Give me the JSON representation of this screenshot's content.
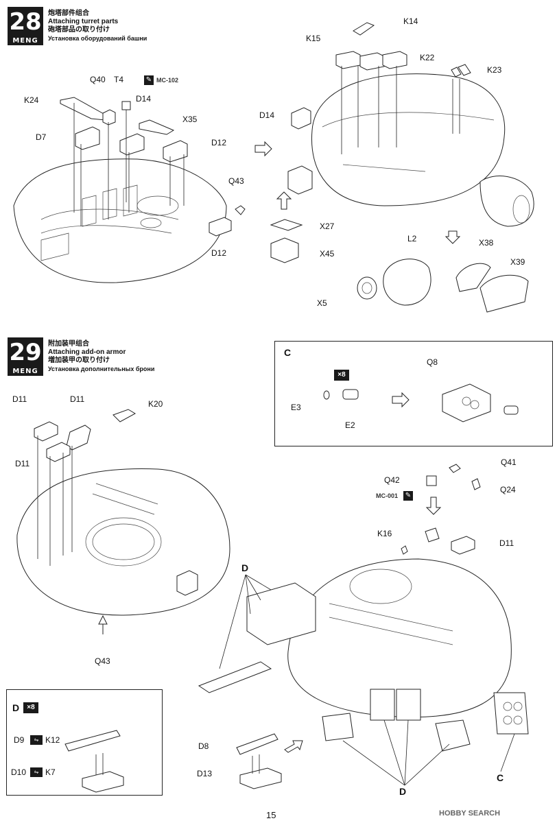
{
  "step28": {
    "number": "28",
    "brand": "MENG",
    "title_cn": "炮塔部件组合",
    "title_en": "Attaching turret parts",
    "title_jp": "砲塔部品の取り付け",
    "title_ru": "Установка оборудований башни",
    "paint_code": "MC-102",
    "labels": [
      "K14",
      "K15",
      "K22",
      "K23",
      "Q40",
      "T4",
      "K24",
      "D14",
      "X35",
      "D7",
      "D12",
      "D14",
      "Q43",
      "D12",
      "X27",
      "X45",
      "L2",
      "X38",
      "X39",
      "X5"
    ]
  },
  "step29": {
    "number": "29",
    "brand": "MENG",
    "title_cn": "附加装甲组合",
    "title_en": "Attaching add-on armor",
    "title_jp": "増加装甲の取り付け",
    "title_ru": "Установка дополнительных брони",
    "labels": [
      "D11",
      "D11",
      "K20",
      "D11",
      "Q43",
      "Q41",
      "Q42",
      "Q24",
      "K16",
      "D11",
      "D",
      "C"
    ],
    "paint_code": "MC-001",
    "sub_c": {
      "title": "C",
      "count": "×8",
      "labels": [
        "Q8",
        "E3",
        "E2"
      ]
    },
    "sub_d": {
      "title": "D",
      "count": "×8",
      "labels": [
        "D9",
        "K12",
        "D10",
        "K7"
      ]
    },
    "final_labels": [
      "D8",
      "D13",
      "D"
    ]
  },
  "footer": {
    "page": "15",
    "watermark": "HOBBY SEARCH"
  }
}
